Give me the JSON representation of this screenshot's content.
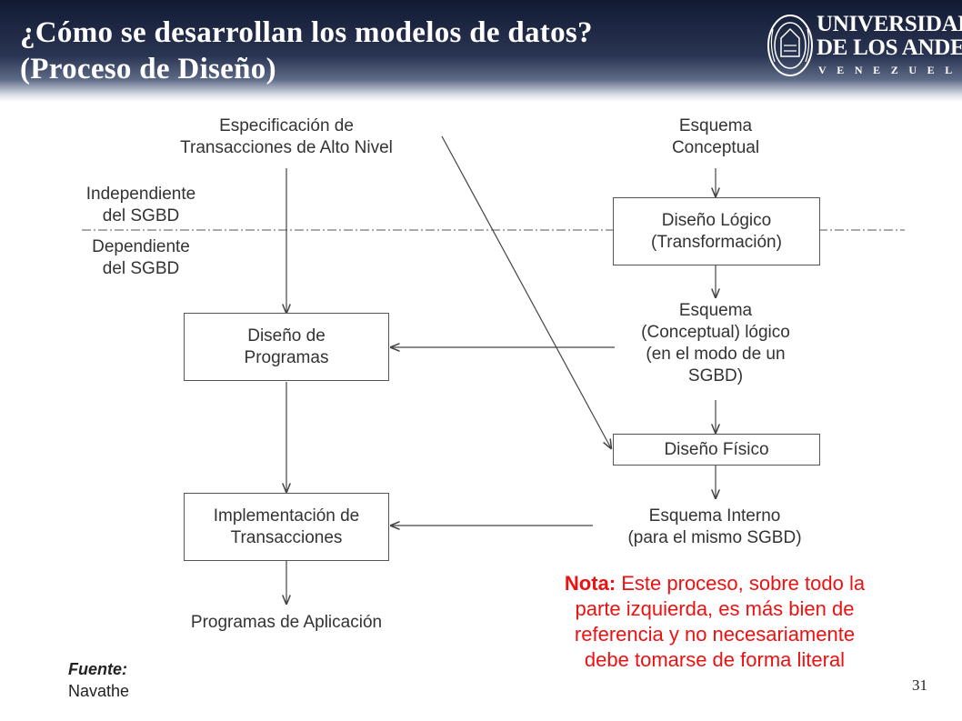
{
  "header": {
    "title_line1": "¿Cómo se desarrollan los modelos de datos?",
    "title_line2": "(Proceso de Diseño)"
  },
  "logo": {
    "name_line1": "UNIVERSIDAD",
    "name_line2": "DE LOS ANDES",
    "sub": "VENEZUELA"
  },
  "diagram": {
    "spec_line1": "Especificación de",
    "spec_line2": "Transacciones de Alto Nivel",
    "conceptual_line1": "Esquema",
    "conceptual_line2": "Conceptual",
    "independent_line1": "Independiente",
    "independent_line2": "del SGBD",
    "dependent_line1": "Dependiente",
    "dependent_line2": "del SGBD",
    "logical_line1": "Diseño Lógico",
    "logical_line2": "(Transformación)",
    "logical_schema_line1": "Esquema",
    "logical_schema_line2": "(Conceptual) lógico",
    "logical_schema_line3": "(en el modo de un",
    "logical_schema_line4": "SGBD)",
    "programs_line1": "Diseño de",
    "programs_line2": "Programas",
    "physical": "Diseño Físico",
    "impl_line1": "Implementación de",
    "impl_line2": "Transacciones",
    "internal_line1": "Esquema Interno",
    "internal_line2": "(para el mismo SGBD)",
    "apps": "Programas de Aplicación"
  },
  "note": {
    "bold": "Nota:",
    "line1_rest": " Este proceso, sobre todo la",
    "line2": "parte izquierda, es más bien de",
    "line3": "referencia y no necesariamente",
    "line4": "debe tomarse de forma literal",
    "color": "#ee1111"
  },
  "source": {
    "label": "Fuente:",
    "value": "Navathe"
  },
  "page_number": "31"
}
